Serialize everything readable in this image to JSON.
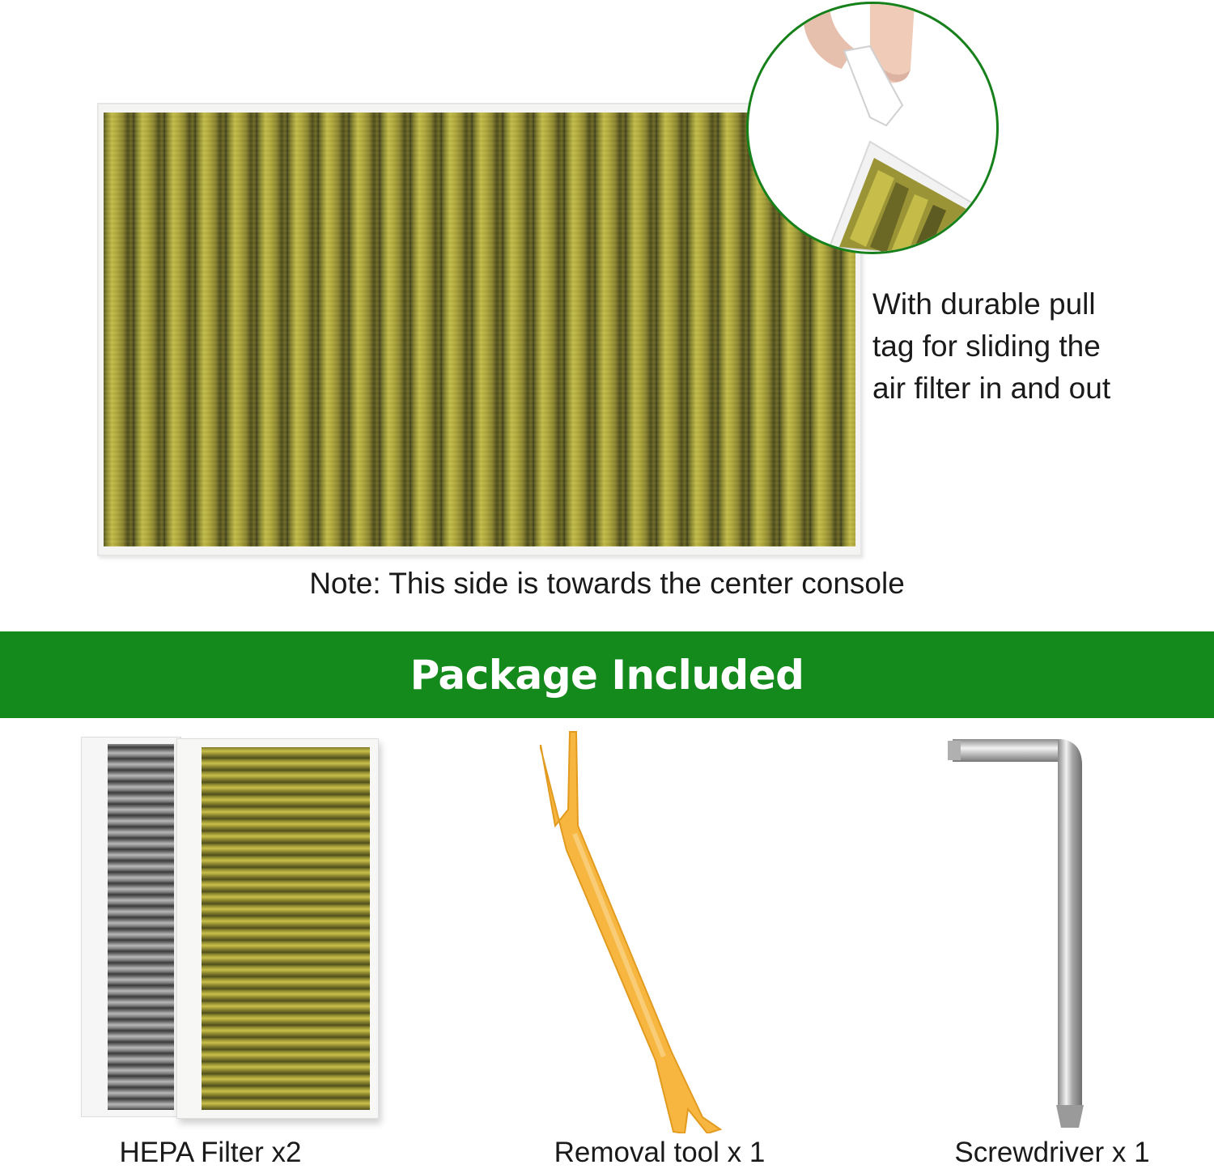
{
  "caption": "With durable pull\ntag for sliding the\nair filter in and out",
  "note": "Note: This side is towards the center console",
  "banner": {
    "title": "Package Included",
    "color": "#158a1c"
  },
  "items": [
    {
      "label": "HEPA Filter x2"
    },
    {
      "label": "Removal tool x 1"
    },
    {
      "label": "Screwdriver x 1"
    }
  ],
  "colors": {
    "filter_media": "#b4ac3e",
    "tool": "#f5b43c",
    "circle_border": "#16801a"
  }
}
